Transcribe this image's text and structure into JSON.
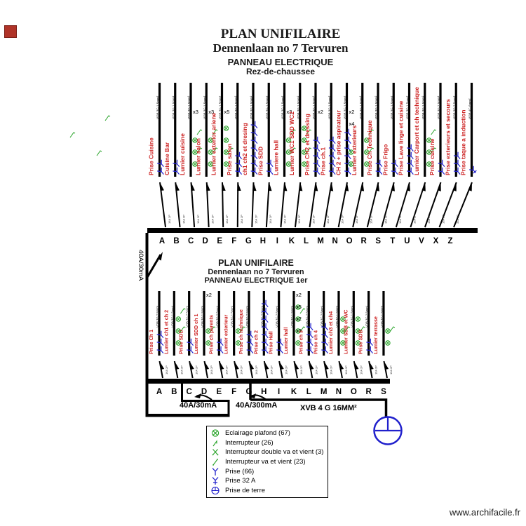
{
  "colors": {
    "red": "#cc1f1f",
    "green": "#27a327",
    "blue": "#2020cc",
    "black": "#000000"
  },
  "panel1": {
    "title1": "PLAN UNIFILAIRE",
    "title2": "Dennenlaan no 7 Tervuren",
    "title3": "PANNEAU ELECTRIQUE",
    "title4": "Rez-de-chaussee",
    "circuits": [
      {
        "letter": "A",
        "label": "Prise Cuisine",
        "spec": "VOB 3G 1.5mm²",
        "breaker": "16A 2P",
        "prises": 2,
        "lamps": 0,
        "switches": 0,
        "mults": []
      },
      {
        "letter": "B",
        "label": "Cuisine Bar",
        "spec": "VOB 3G 1.5mm²",
        "breaker": "16A 2P",
        "prises": 2,
        "lamps": 0,
        "switches": 0,
        "mults": []
      },
      {
        "letter": "C",
        "label": "Lumier cuisine",
        "spec": "VOB 3G 1.5mm²",
        "breaker": "16A 2P",
        "prises": 0,
        "lamps": 3,
        "switches": 2,
        "mults": [
          "x3"
        ]
      },
      {
        "letter": "D",
        "label": "Lumier salon",
        "spec": "VOB 3G 1.5mm²",
        "breaker": "16A 2P",
        "prises": 0,
        "lamps": 3,
        "switches": 2,
        "mults": [
          "x3"
        ]
      },
      {
        "letter": "E",
        "label": "Lumier exterior ariene",
        "spec": "VOB 3G 1.5mm²",
        "breaker": "16A 2P",
        "prises": 0,
        "lamps": 4,
        "switches": 1,
        "mults": [
          "x5"
        ]
      },
      {
        "letter": "F",
        "label": "Prise salon",
        "spec": "VOB 3G 1.5mm²",
        "breaker": "16A 2P",
        "prises": 3,
        "lamps": 0,
        "switches": 0,
        "mults": []
      },
      {
        "letter": "G",
        "label": "ch1 ch2 et dresing",
        "spec": "VOB 3G 1.5mm²",
        "breaker": "16A 2P",
        "prises": 7,
        "lamps": 0,
        "switches": 0,
        "mults": []
      },
      {
        "letter": "H",
        "label": "Prise SDD",
        "spec": "VOB 3G 1.5mm²",
        "breaker": "16A 2P",
        "prises": 2,
        "lamps": 0,
        "switches": 0,
        "mults": []
      },
      {
        "letter": "I",
        "label": "Lumiere hall",
        "spec": "VOB 3G 1.5mm²",
        "breaker": "16A 2P",
        "prises": 0,
        "lamps": 3,
        "switches": 2,
        "mults": [
          "x3"
        ]
      },
      {
        "letter": "K",
        "label": "Lumier WC1 SDD WC2",
        "spec": "VOB 3G 1.5mm²",
        "breaker": "16A 2P",
        "prises": 0,
        "lamps": 4,
        "switches": 2,
        "mults": []
      },
      {
        "letter": "L",
        "label": "Prise CH2 et dressing",
        "spec": "VOB 3G 1.5mm²",
        "breaker": "16A 2P",
        "prises": 5,
        "lamps": 0,
        "switches": 0,
        "mults": [
          "x2"
        ]
      },
      {
        "letter": "M",
        "label": "Prise ch.1",
        "spec": "VOB 3G 1.5mm²",
        "breaker": "16A 2P",
        "prises": 5,
        "lamps": 0,
        "switches": 0,
        "mults": []
      },
      {
        "letter": "N",
        "label": "CH 2 + prise aspirateur",
        "spec": "VOB 3G 1.5mm²",
        "breaker": "16A 2P",
        "prises": 6,
        "lamps": 2,
        "switches": 0,
        "mults": [
          "x2",
          "x4"
        ]
      },
      {
        "letter": "O",
        "label": "Lumier exterieurs",
        "spec": "VOB 3G 1.5mm²",
        "breaker": "16A 2P",
        "prises": 0,
        "lamps": 3,
        "switches": 2,
        "mults": []
      },
      {
        "letter": "R",
        "label": "Prise Ch Technique",
        "spec": "VOB 3G 1.5mm²",
        "breaker": "16A 2P",
        "prises": 2,
        "lamps": 0,
        "switches": 0,
        "mults": []
      },
      {
        "letter": "S",
        "label": "Prise Frigo",
        "spec": "VOB 3G 1.5mm²",
        "breaker": "16A 2P",
        "prises": 2,
        "lamps": 0,
        "switches": 0,
        "mults": []
      },
      {
        "letter": "T",
        "label": "Prise Lave linge et cuisine",
        "spec": "VOB 3G 1.5mm²",
        "breaker": "16A 2P",
        "prises": 4,
        "lamps": 0,
        "switches": 0,
        "mults": []
      },
      {
        "letter": "U",
        "label": "Lumier Carport et ch technique",
        "spec": "VOB 3G 1.5mm²",
        "breaker": "16A 2P",
        "prises": 0,
        "lamps": 3,
        "switches": 2,
        "mults": []
      },
      {
        "letter": "V",
        "label": "Prise cuisine",
        "spec": "VOB 3G 2.5mm²",
        "breaker": "16A 2P",
        "prises": 2,
        "lamps": 0,
        "switches": 0,
        "mults": []
      },
      {
        "letter": "X",
        "label": "Prise exterieurs et secours",
        "spec": "VOB 3G 2.5mm²",
        "breaker": "16A 2P",
        "prises": 3,
        "lamps": 0,
        "switches": 0,
        "mults": []
      },
      {
        "letter": "Z",
        "label": "Prise taque a induction",
        "spec": "VOB 4G 6mm²",
        "breaker": "32A 2P",
        "prises": 0,
        "prise32": 1,
        "lamps": 0,
        "switches": 0,
        "mults": []
      }
    ]
  },
  "panel2": {
    "title1": "PLAN UNIFILAIRE",
    "title2": "Dennenlaan no 7 Tervuren",
    "title3": "PANNEAU ELECTRIQUE 1er",
    "circuits": [
      {
        "letter": "A",
        "label": "Prise Ch 1",
        "spec": "VOB 3G 2.5mm²",
        "breaker": "16A 2P",
        "prises": 3,
        "lamps": 0,
        "switches": 0,
        "mults": []
      },
      {
        "letter": "B",
        "label": "Lumier ch1 et ch 2",
        "spec": "VOB 3G 1.5mm²",
        "breaker": "16A 2P",
        "prises": 0,
        "lamps": 3,
        "switches": 2,
        "mults": []
      },
      {
        "letter": "C",
        "label": "Prise SDD",
        "spec": "VOB 3G 2.5mm²",
        "breaker": "16A 2P",
        "prises": 2,
        "lamps": 0,
        "switches": 0,
        "mults": []
      },
      {
        "letter": "D",
        "label": "Lumier SDD ch 1",
        "spec": "VOB 3G 1.5mm²",
        "breaker": "16A 2P",
        "prises": 0,
        "lamps": 2,
        "switches": 1,
        "mults": [
          "x2"
        ]
      },
      {
        "letter": "E",
        "label": "Prise ch parents",
        "spec": "VOB 3G 2.5mm²",
        "breaker": "16A 2P",
        "prises": 2,
        "lamps": 0,
        "switches": 0,
        "mults": []
      },
      {
        "letter": "F",
        "label": "Lumier exterieur",
        "spec": "VOB 3G 1.5mm²",
        "breaker": "16A 2P",
        "prises": 0,
        "lamps": 2,
        "switches": 1,
        "mults": []
      },
      {
        "letter": "G",
        "label": "Prise ch technique",
        "spec": "VOB 3G 2.5mm²",
        "breaker": "16A 2P",
        "prises": 3,
        "lamps": 0,
        "switches": 0,
        "mults": []
      },
      {
        "letter": "H",
        "label": "Prise ch 2",
        "spec": "VOB 3G 2.5mm²",
        "breaker": "16A 2P",
        "prises": 7,
        "lamps": 0,
        "switches": 0,
        "mults": []
      },
      {
        "letter": "I",
        "label": "Prise Hall",
        "spec": "VOB 3G 2.5mm²",
        "breaker": "16A 2P",
        "prises": 2,
        "lamps": 0,
        "switches": 0,
        "mults": []
      },
      {
        "letter": "K",
        "label": "Lumier hall",
        "spec": "VOB 3G 1.5mm²",
        "breaker": "16A 2P",
        "prises": 0,
        "lamps": 4,
        "switches": 2,
        "mults": [
          "x2",
          "x5",
          "x2",
          "x3"
        ]
      },
      {
        "letter": "L",
        "label": "Prise ch 3",
        "spec": "VOB 3G 2.5mm²",
        "breaker": "16A 2P",
        "prises": 4,
        "lamps": 0,
        "switches": 0,
        "mults": []
      },
      {
        "letter": "M",
        "label": "Prise ch 4",
        "spec": "VOB 3G 2.5mm²",
        "breaker": "16A 2P",
        "prises": 4,
        "lamps": 0,
        "switches": 0,
        "mults": []
      },
      {
        "letter": "N",
        "label": "Lumier ch3 et ch4",
        "spec": "VOB 3G 1.5mm²",
        "breaker": "16A 2P",
        "prises": 0,
        "lamps": 3,
        "switches": 1,
        "mults": []
      },
      {
        "letter": "O",
        "label": "Lumier SDB et WC",
        "spec": "VOB 3G 1.5mm²",
        "breaker": "16A 2P",
        "prises": 0,
        "lamps": 3,
        "switches": 1,
        "mults": []
      },
      {
        "letter": "R",
        "label": "Prise SDB",
        "spec": "VOB 3G 2.5mm²",
        "breaker": "16A 2P",
        "prises": 2,
        "lamps": 0,
        "switches": 0,
        "mults": []
      },
      {
        "letter": "S",
        "label": "Lumier terrasse",
        "spec": "VOB 3G 1.5mm²",
        "breaker": "16A 2P",
        "prises": 0,
        "lamps": 2,
        "switches": 1,
        "mults": []
      }
    ]
  },
  "feeder": {
    "riser_label": "40A/30mA",
    "rcd30": "40A/30mA",
    "rcd300": "40A/300mA",
    "cable": "XVB 4 G 16MM²"
  },
  "legend": {
    "items": [
      {
        "icon": "eclairage-plafond-icon",
        "label": "Eclairage plafond (67)"
      },
      {
        "icon": "interrupteur-icon",
        "label": "Interrupteur (26)"
      },
      {
        "icon": "interrupteur-double-va-et-vient-icon",
        "label": "Interrupteur double va et vient (3)"
      },
      {
        "icon": "interrupteur-va-et-vient-icon",
        "label": "Interrupteur va et vient (23)"
      },
      {
        "icon": "prise-icon",
        "label": "Prise (66)"
      },
      {
        "icon": "prise-32a-icon",
        "label": "Prise 32 A"
      },
      {
        "icon": "prise-de-terre-icon",
        "label": "Prise de terre"
      }
    ]
  },
  "footer": {
    "website": "www.archifacile.fr"
  }
}
